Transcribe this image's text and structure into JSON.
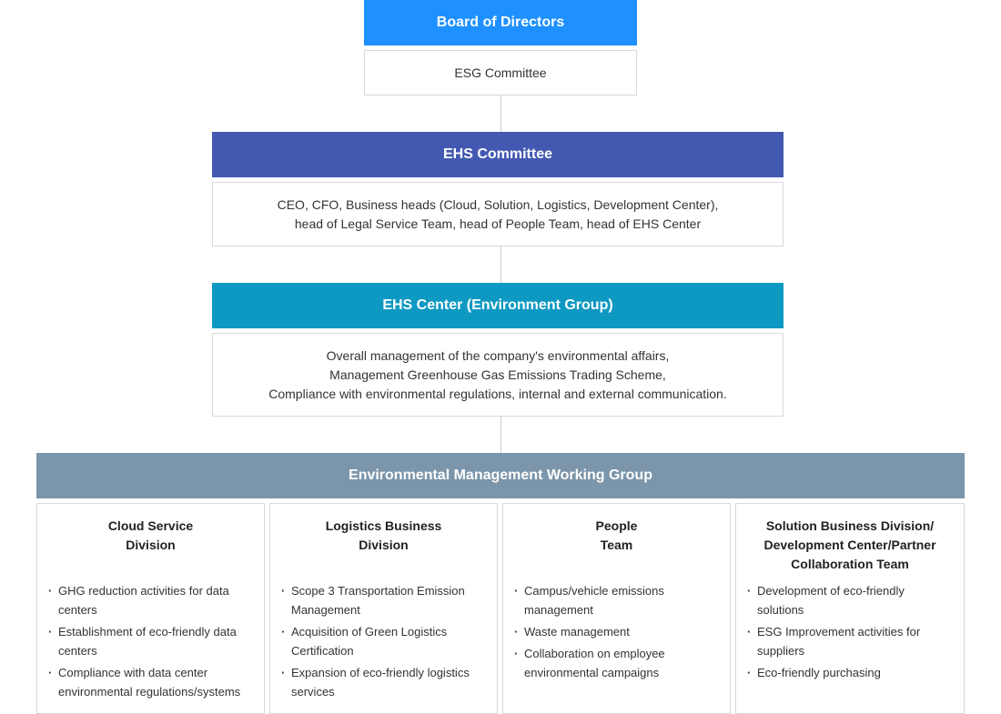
{
  "colors": {
    "board": "#1e90ff",
    "ehs_committee": "#4359b1",
    "ehs_center": "#0e99c2",
    "working_group": "#7b95aa"
  },
  "board": {
    "title": "Board of Directors",
    "sub": "ESG Committee"
  },
  "ehs_committee": {
    "title": "EHS Committee",
    "lines": [
      "CEO, CFO, Business heads (Cloud, Solution, Logistics, Development Center),",
      "head of Legal Service Team, head of  People Team, head of EHS Center"
    ]
  },
  "ehs_center": {
    "title": "EHS Center (Environment Group)",
    "lines": [
      "Overall management of the company's environmental affairs,",
      "Management Greenhouse Gas Emissions Trading Scheme,",
      "Compliance with environmental regulations, internal and external communication."
    ]
  },
  "working_group": {
    "title": "Environmental Management Working Group",
    "columns": [
      {
        "title": "Cloud Service\nDivision",
        "items": [
          "GHG reduction activities for data centers",
          "Establishment of eco-friendly data centers",
          "Compliance with data center environmental regulations/systems"
        ]
      },
      {
        "title": "Logistics Business\nDivision",
        "items": [
          "Scope 3 Transportation Emission Management",
          "Acquisition of Green Logistics Certification",
          "Expansion of eco-friendly logistics services"
        ]
      },
      {
        "title": "People\nTeam",
        "items": [
          "Campus/vehicle emissions management",
          "Waste management",
          "Collaboration on employee environmental campaigns"
        ]
      },
      {
        "title": "Solution Business Division/\nDevelopment Center/Partner\nCollaboration Team",
        "items": [
          "Development of eco-friendly solutions",
          "ESG Improvement activities for suppliers",
          "Eco-friendly purchasing"
        ]
      }
    ]
  }
}
